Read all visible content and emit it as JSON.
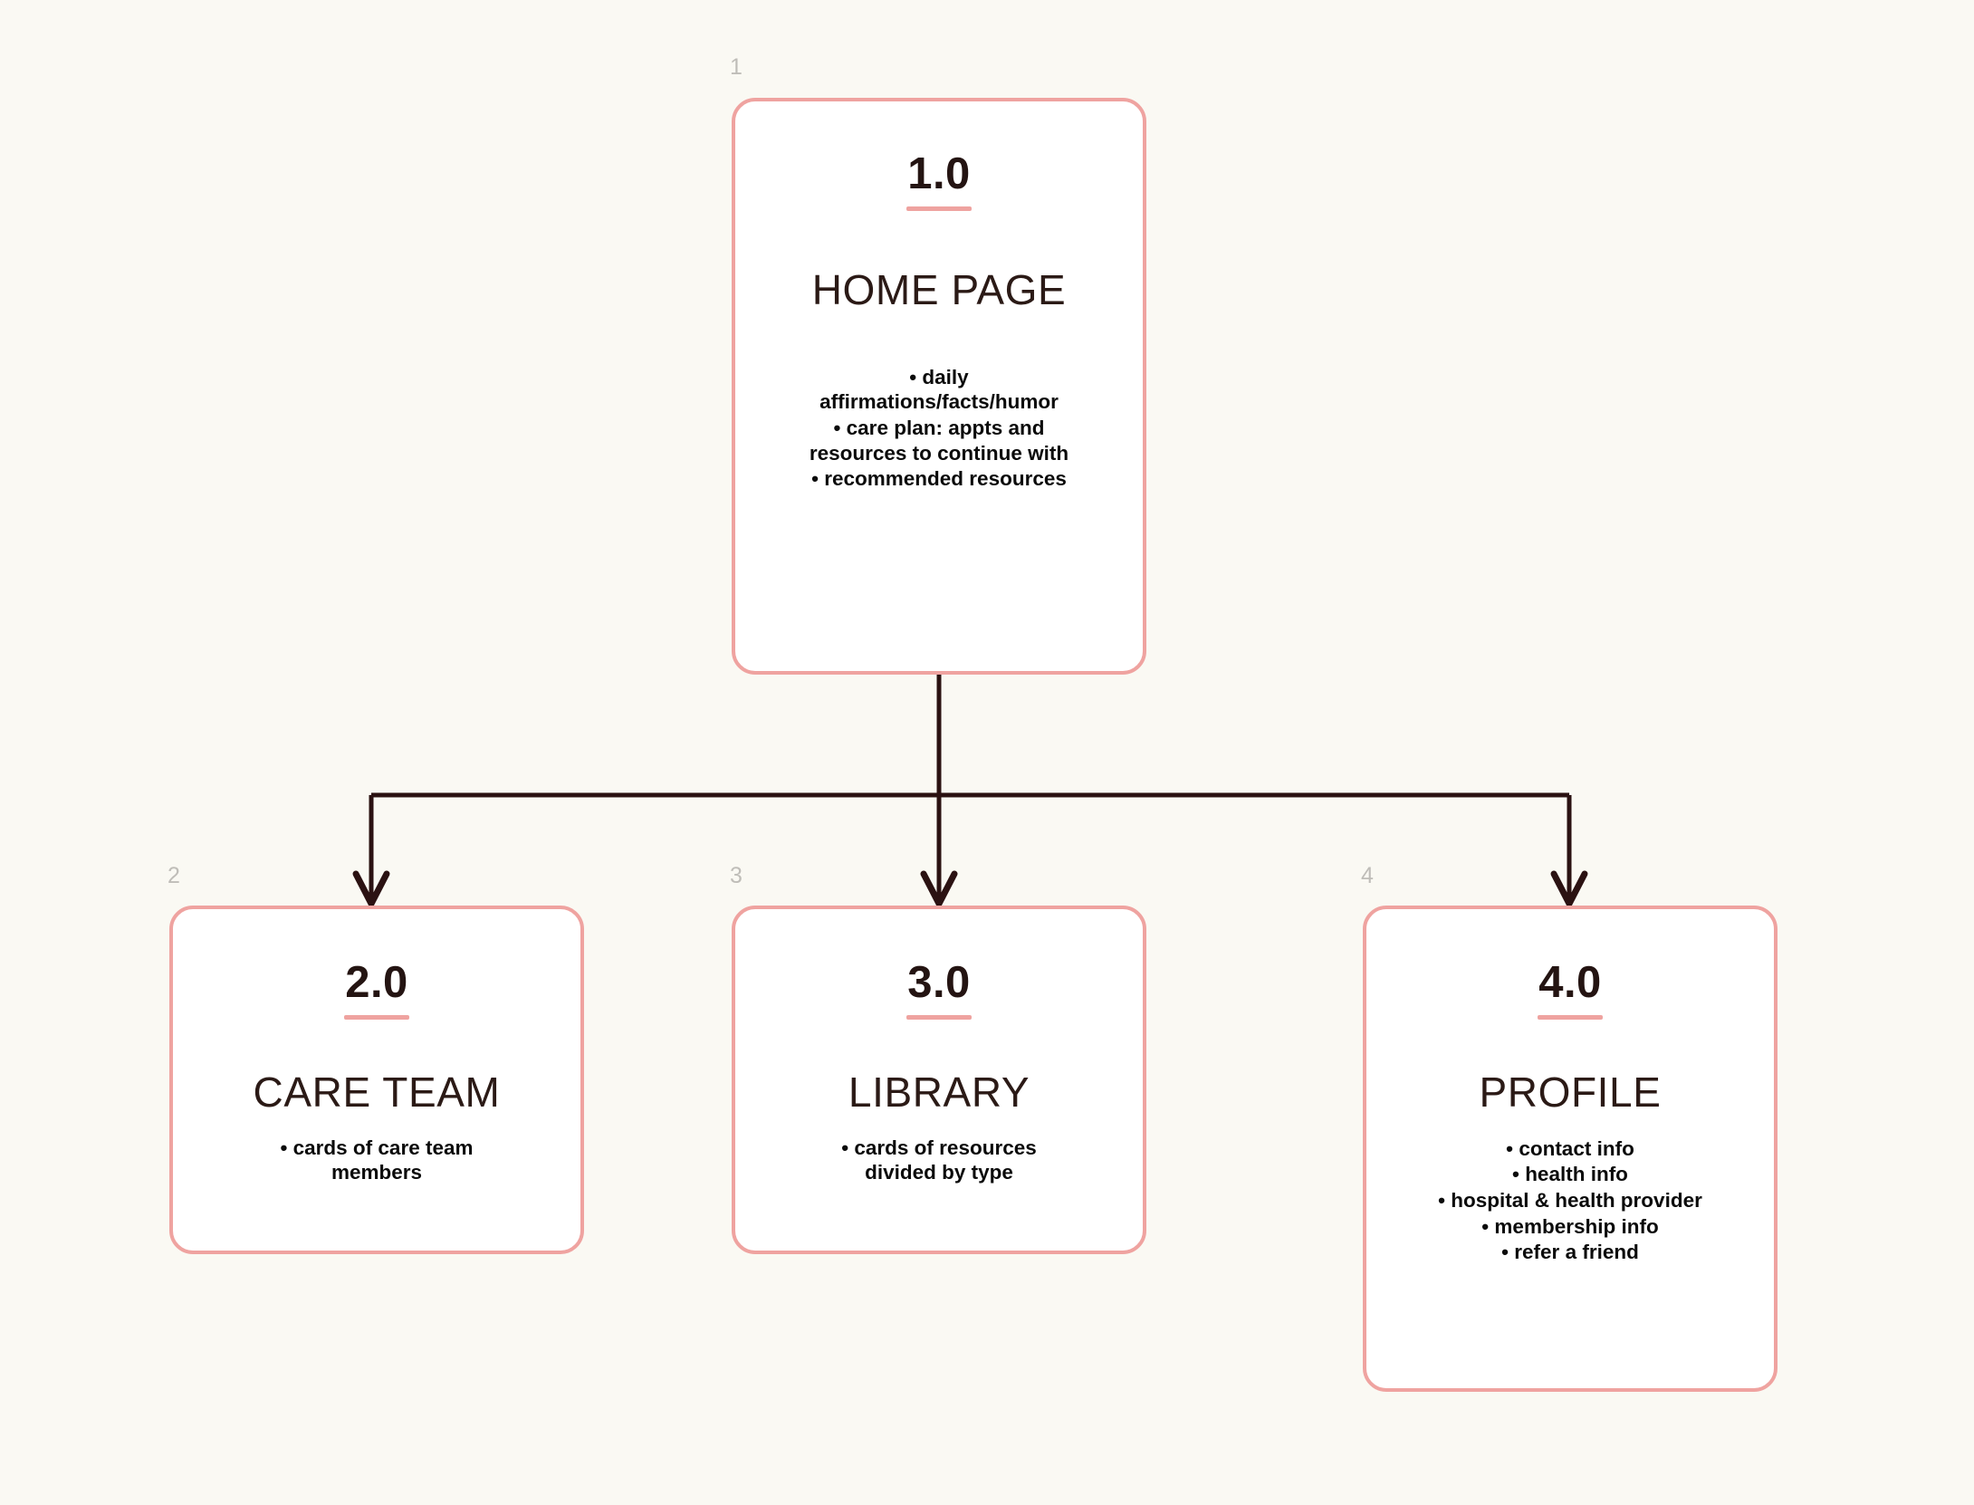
{
  "diagram": {
    "type": "sitemap-tree",
    "background_color": "#FAF9F3",
    "card_border_color": "#EFA3A0",
    "card_fill_color": "#FFFFFF",
    "connector_color": "#2B1212",
    "index_label_color": "#BFBDB8",
    "title_color": "#2B1A16",
    "bullet_color": "#0B0B0B"
  },
  "nodes": [
    {
      "index": "1",
      "number": "1.0",
      "title": "HOME PAGE",
      "bullets": [
        "daily affirmations/facts/humor",
        "care plan: appts and resources to continue with",
        "recommended resources"
      ]
    },
    {
      "index": "2",
      "number": "2.0",
      "title": "CARE TEAM",
      "bullets": [
        "cards of care team members"
      ]
    },
    {
      "index": "3",
      "number": "3.0",
      "title": "LIBRARY",
      "bullets": [
        "cards of resources divided by type"
      ]
    },
    {
      "index": "4",
      "number": "4.0",
      "title": "PROFILE",
      "bullets": [
        "contact info",
        "health info",
        "hospital & health provider",
        "membership info",
        "refer a friend"
      ]
    }
  ],
  "edges": [
    {
      "from": "1.0",
      "to": "2.0"
    },
    {
      "from": "1.0",
      "to": "3.0"
    },
    {
      "from": "1.0",
      "to": "4.0"
    }
  ]
}
